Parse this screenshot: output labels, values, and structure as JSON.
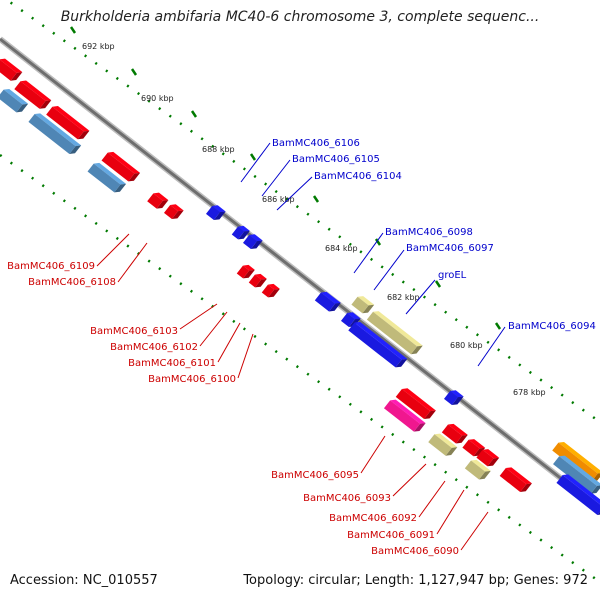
{
  "title": "Burkholderia ambifaria MC40-6 chromosome 3, complete sequenc...",
  "footer": {
    "accession_label": "Accession:",
    "accession": "NC_010557",
    "topology_text": "Topology: circular; Length: 1,127,947 bp; Genes: 972"
  },
  "colors": {
    "forward_gene": "#e8000f",
    "reverse_gene": "#1a1ae0",
    "rna_gene": "#c0ba7a",
    "steel_gene": "#4f86b5",
    "pink_gene": "#f0178f",
    "orange_gene": "#f08c00",
    "backbone": "#808080",
    "tick": "#007a00",
    "label_forward": "#cc0000",
    "label_reverse": "#0000cc"
  },
  "kbp_ticks": [
    "692 kbp",
    "690 kbp",
    "688 kbp",
    "686 kbp",
    "684 kbp",
    "682 kbp",
    "680 kbp",
    "678 kbp"
  ],
  "gene_labels_reverse": [
    "BamMC406_6106",
    "BamMC406_6105",
    "BamMC406_6104",
    "BamMC406_6098",
    "BamMC406_6097",
    "groEL",
    "BamMC406_6094"
  ],
  "gene_labels_forward": [
    "BamMC406_6109",
    "BamMC406_6108",
    "BamMC406_6103",
    "BamMC406_6102",
    "BamMC406_6101",
    "BamMC406_6100",
    "BamMC406_6095",
    "BamMC406_6093",
    "BamMC406_6092",
    "BamMC406_6091",
    "BamMC406_6090"
  ]
}
